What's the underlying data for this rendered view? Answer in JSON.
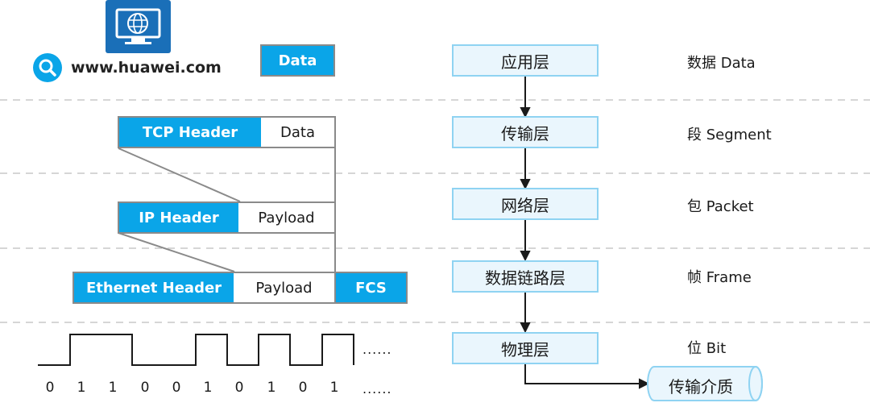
{
  "header": {
    "url": "www.huawei.com",
    "icons": [
      "computer-globe-icon",
      "search-icon"
    ]
  },
  "encapsulation": {
    "data_box": "Data",
    "tcp": {
      "header": "TCP Header",
      "data": "Data"
    },
    "ip": {
      "header": "IP Header",
      "payload": "Payload"
    },
    "ethernet": {
      "header": "Ethernet Header",
      "payload": "Payload",
      "fcs": "FCS"
    }
  },
  "bitstream": {
    "bits": [
      "0",
      "1",
      "1",
      "0",
      "0",
      "1",
      "0",
      "1",
      "0",
      "1"
    ],
    "ellipsis_wave": "......",
    "ellipsis_bits": "......"
  },
  "layers": [
    {
      "name": "应用层",
      "pdu": "数据 Data"
    },
    {
      "name": "传输层",
      "pdu": "段 Segment"
    },
    {
      "name": "网络层",
      "pdu": "包 Packet"
    },
    {
      "name": "数据链路层",
      "pdu": "帧 Frame"
    },
    {
      "name": "物理层",
      "pdu": "位 Bit"
    }
  ],
  "medium": "传输介质",
  "colors": {
    "accent": "#0aa5e8",
    "layer_fill": "#eaf6fd",
    "layer_border": "#8fd3f2",
    "icon_box": "#1a6fb8"
  }
}
